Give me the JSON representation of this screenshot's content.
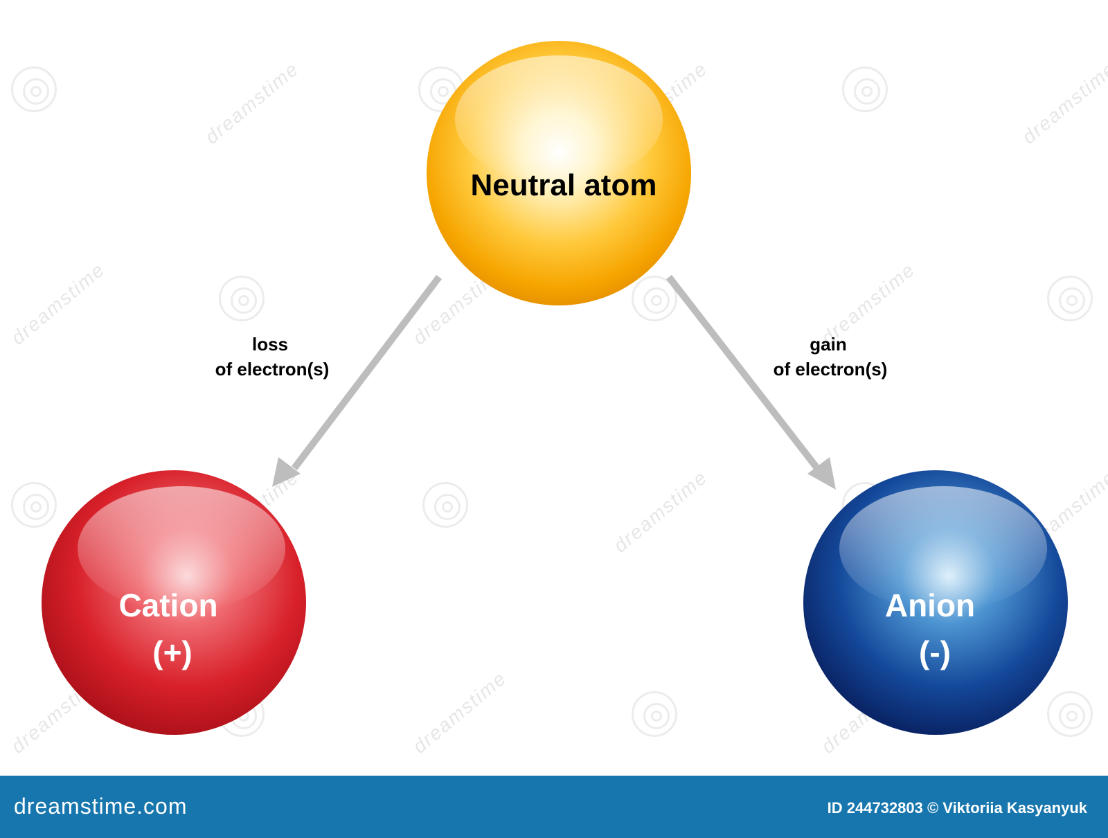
{
  "nodes": {
    "neutral": {
      "label": "Neutral atom"
    },
    "cation": {
      "label": "Cation",
      "charge": "(+)"
    },
    "anion": {
      "label": "Anion",
      "charge": "(-)"
    }
  },
  "edges": {
    "loss": {
      "line1": "loss",
      "line2": "of electron(s)"
    },
    "gain": {
      "line1": "gain",
      "line2": "of electron(s)"
    }
  },
  "watermark": {
    "text": "dreamstime"
  },
  "footer": {
    "brand": "dreamstime.com",
    "credit": "ID 244732803 © Viktoriia  Kasyanyuk"
  },
  "colors": {
    "neutral": "#f6a500",
    "cation": "#d01c24",
    "anion": "#0b2f7e",
    "arrow": "#bdbdbd",
    "footer": "#1776ad"
  }
}
